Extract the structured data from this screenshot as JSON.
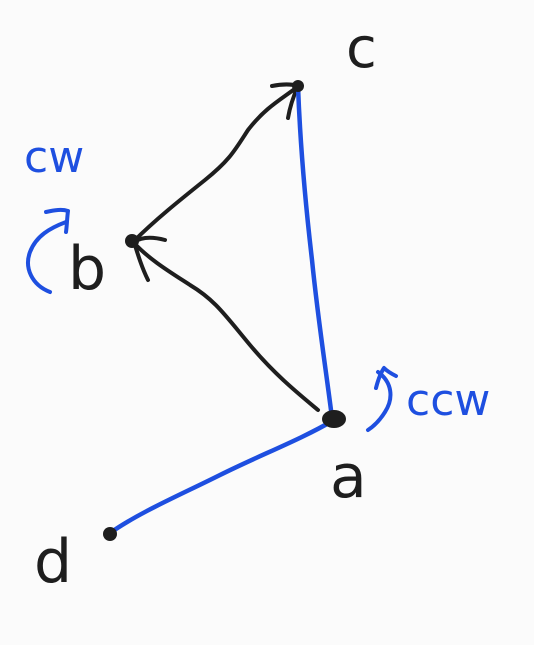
{
  "diagram": {
    "labels": {
      "c": "c",
      "b": "b",
      "a": "a",
      "d": "d",
      "cw": "cw",
      "ccw": "ccw"
    },
    "colors": {
      "ink": "#1e1e1e",
      "accent": "#1e4fe0",
      "background": "#fbfbfb"
    }
  }
}
